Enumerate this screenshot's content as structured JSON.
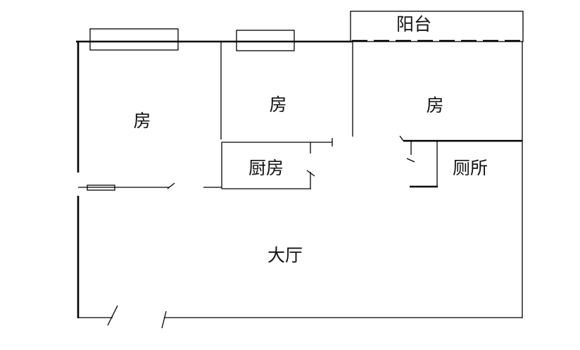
{
  "rooms": {
    "balcony": "阳台",
    "bedroom_left": "房",
    "bedroom_middle": "房",
    "bedroom_right": "房",
    "kitchen": "厨房",
    "toilet": "厕所",
    "living_room": "大厅"
  },
  "colors": {
    "line": "#000000",
    "background": "#ffffff",
    "text": "#111111"
  }
}
